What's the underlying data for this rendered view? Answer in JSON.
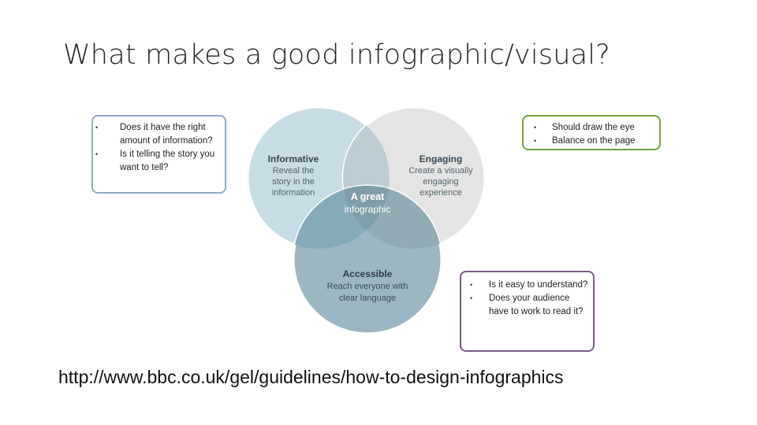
{
  "slide": {
    "title": "What makes a good infographic/visual?",
    "url": "http://www.bbc.co.uk/gel/guidelines/how-to-design-infographics"
  },
  "venn": {
    "informative": {
      "label": "Informative",
      "text": [
        "Reveal the",
        "story in the",
        "information"
      ],
      "color": "#bcd5df"
    },
    "engaging": {
      "label": "Engaging",
      "text": [
        "Create a visually",
        "engaging",
        "experience"
      ],
      "color": "#e3e3e3"
    },
    "accessible": {
      "label": "Accessible",
      "text": [
        "Reach everyone with",
        "clear language"
      ],
      "color": "#87a8b6"
    },
    "center": {
      "label_line1": "A great",
      "label_line2": "infographic"
    }
  },
  "notes": {
    "left": [
      "Does it have the right amount of information?",
      "Is it telling the story you want to tell?"
    ],
    "right": [
      "Should draw the eye",
      "Balance on the page"
    ],
    "bottom": [
      "Is it easy to understand?",
      "Does your audience have to work to read it?"
    ]
  }
}
